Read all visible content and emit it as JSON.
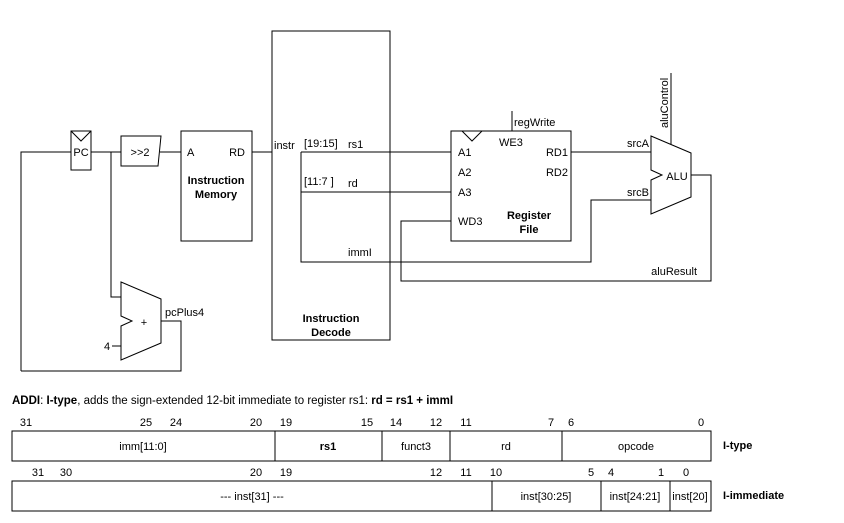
{
  "diagram": {
    "pc": "PC",
    "shift": ">>2",
    "imem_a": "A",
    "imem_rd": "RD",
    "imem_title_1": "Instruction",
    "imem_title_2": "Memory",
    "instr": "instr",
    "f_19_15": "[19:15]",
    "rs1": "rs1",
    "f_11_7": "[11:7  ]",
    "rd": "rd",
    "imml": "immI",
    "decode_1": "Instruction",
    "decode_2": "Decode",
    "regwrite": "regWrite",
    "we3": "WE3",
    "a1": "A1",
    "a2": "A2",
    "a3": "A3",
    "wd3": "WD3",
    "rd1": "RD1",
    "rd2": "RD2",
    "rf_1": "Register",
    "rf_2": "File",
    "srca": "srcA",
    "srcb": "srcB",
    "alu": "ALU",
    "alucontrol": "aluControl",
    "aluresult": "aluResult",
    "plus": "+",
    "pcplus4": "pcPlus4",
    "four": "4"
  },
  "description": {
    "name": "ADDI",
    "colon_sep": ": ",
    "type": "I-type",
    "text": ", adds the sign-extended 12-bit immediate to register rs1: ",
    "formula": "rd = rs1 + immI"
  },
  "encoding": {
    "bits": [
      "31",
      "25",
      "24",
      "20",
      "19",
      "15",
      "14",
      "12",
      "11",
      "7",
      "6",
      "0"
    ],
    "fields": [
      "imm[11:0]",
      "rs1",
      "funct3",
      "rd",
      "opcode"
    ],
    "label": "I-type"
  },
  "immediate": {
    "bits": [
      "31",
      "30",
      "20",
      "19",
      "12",
      "11",
      "10",
      "5",
      "4",
      "1",
      "0"
    ],
    "fields": [
      "--- inst[31] ---",
      "inst[30:25]",
      "inst[24:21]",
      "inst[20]"
    ],
    "label": "I-immediate"
  }
}
